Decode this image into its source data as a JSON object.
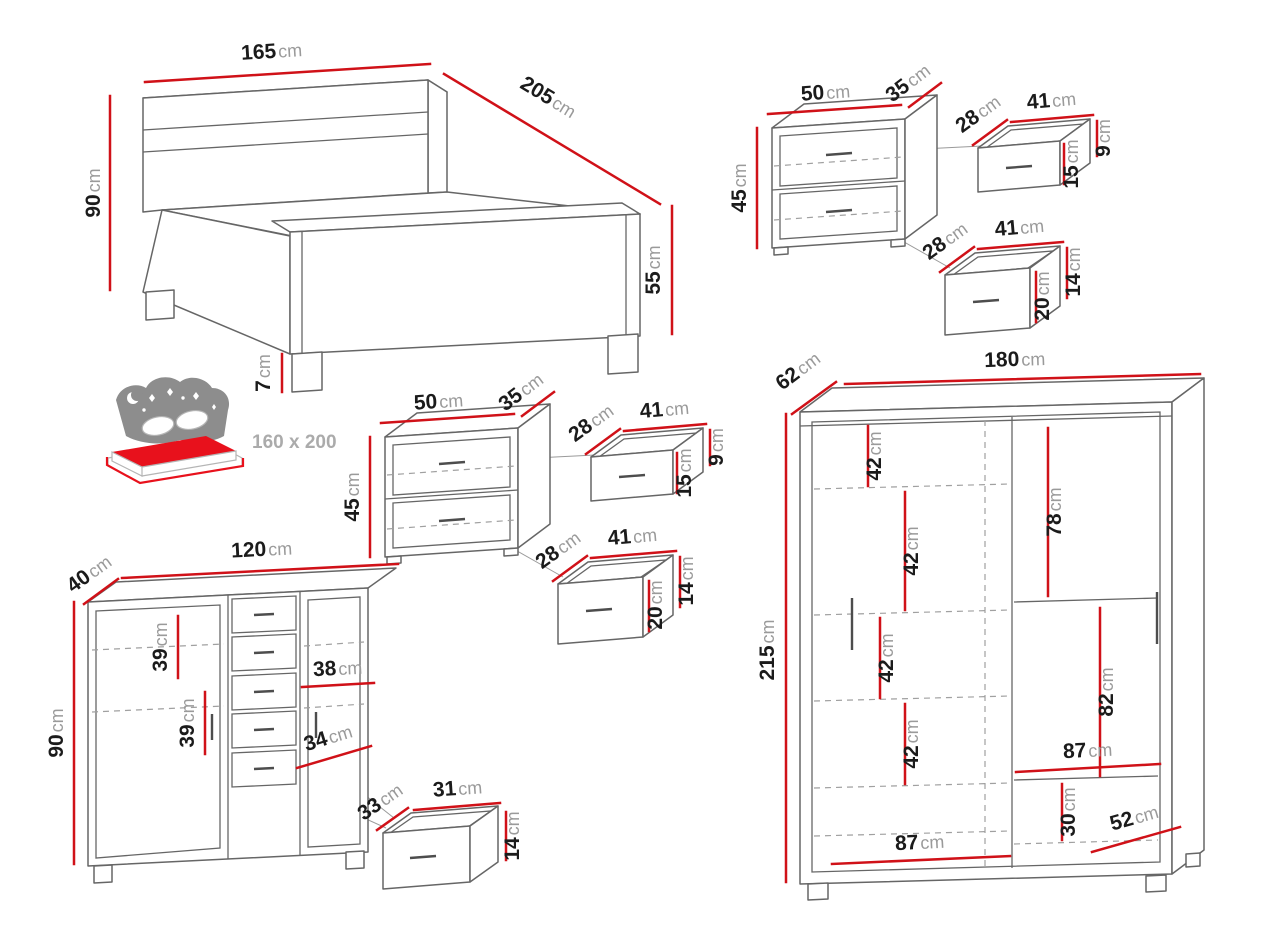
{
  "unit": "cm",
  "colors": {
    "dimension_red": "#d01118",
    "outline_gray": "#666666",
    "value_text": "#1b1b1b",
    "unit_text": "#9a9a9a",
    "mattress_red": "#e8111c",
    "icon_gray": "#8d8d8d"
  },
  "bed": {
    "width": "165",
    "length": "205",
    "headboard_height": "90",
    "footboard_height": "55",
    "leg_height": "7",
    "mattress_size": "160 x 200"
  },
  "nightstand": {
    "width": "50",
    "depth": "35",
    "height": "45",
    "top_drawer": {
      "depth": "28",
      "width": "41",
      "side_height": "9",
      "front_height": "15"
    },
    "bottom_drawer": {
      "depth": "28",
      "width": "41",
      "side_height": "14",
      "front_height": "20"
    }
  },
  "chest": {
    "width": "120",
    "depth": "40",
    "height": "90",
    "upper_gap": "39",
    "lower_gap": "39",
    "drawer_opening_width": "38",
    "drawer_opening_depth": "34",
    "drawer": {
      "depth": "33",
      "width": "31",
      "height": "14"
    }
  },
  "wardrobe": {
    "width": "180",
    "depth": "62",
    "height": "215",
    "shelf_gaps": [
      "42",
      "42",
      "42",
      "42"
    ],
    "hanging_height": "78",
    "lower_right_height": "82",
    "right_section_width": "87",
    "bottom_gap": "30",
    "shelf_depth": "52",
    "left_section_width": "87"
  }
}
